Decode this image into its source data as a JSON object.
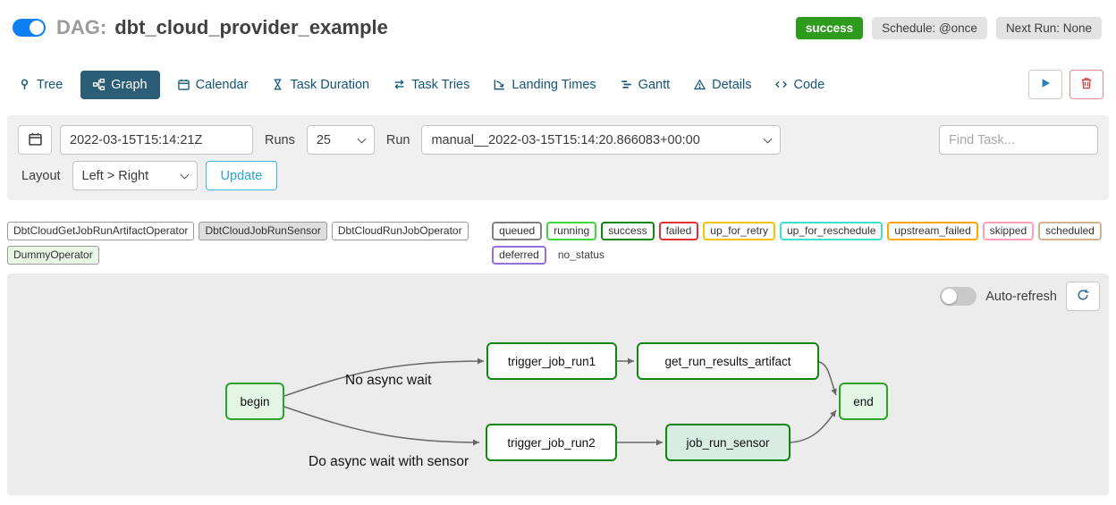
{
  "header": {
    "dag_prefix": "DAG:",
    "dag_id": "dbt_cloud_provider_example",
    "badges": {
      "status": "success",
      "schedule": "Schedule: @once",
      "next_run": "Next Run: None"
    }
  },
  "tabs": [
    {
      "label": "Tree",
      "icon": "tree-pin-icon",
      "active": false
    },
    {
      "label": "Graph",
      "icon": "graph-diagram-icon",
      "active": true
    },
    {
      "label": "Calendar",
      "icon": "calendar-icon",
      "active": false
    },
    {
      "label": "Task Duration",
      "icon": "hourglass-icon",
      "active": false
    },
    {
      "label": "Task Tries",
      "icon": "retry-arrows-icon",
      "active": false
    },
    {
      "label": "Landing Times",
      "icon": "landing-chart-icon",
      "active": false
    },
    {
      "label": "Gantt",
      "icon": "gantt-bars-icon",
      "active": false
    },
    {
      "label": "Details",
      "icon": "warning-triangle-icon",
      "active": false
    },
    {
      "label": "Code",
      "icon": "code-brackets-icon",
      "active": false
    }
  ],
  "filters": {
    "date_value": "2022-03-15T15:14:21Z",
    "runs_label": "Runs",
    "runs_selected": "25",
    "run_label": "Run",
    "run_selected": "manual__2022-03-15T15:14:20.866083+00:00",
    "find_task_placeholder": "Find Task...",
    "layout_label": "Layout",
    "layout_selected": "Left > Right",
    "update_button": "Update"
  },
  "legend": {
    "operators": [
      {
        "label": "DbtCloudGetJobRunArtifactOperator",
        "bg": "#ffffff"
      },
      {
        "label": "DbtCloudJobRunSensor",
        "bg": "#dedede"
      },
      {
        "label": "DbtCloudRunJobOperator",
        "bg": "#ffffff"
      },
      {
        "label": "DummyOperator",
        "bg": "#e8f7e4"
      }
    ],
    "statuses": [
      {
        "label": "queued",
        "color": "#808080"
      },
      {
        "label": "running",
        "color": "#3fd63f"
      },
      {
        "label": "success",
        "color": "#108510"
      },
      {
        "label": "failed",
        "color": "#e03131"
      },
      {
        "label": "up_for_retry",
        "color": "#f4c400"
      },
      {
        "label": "up_for_reschedule",
        "color": "#40e0d0"
      },
      {
        "label": "upstream_failed",
        "color": "#ffa500"
      },
      {
        "label": "skipped",
        "color": "#ff9eb8"
      },
      {
        "label": "scheduled",
        "color": "#d2b48c"
      },
      {
        "label": "deferred",
        "color": "#9370db"
      },
      {
        "label": "no_status",
        "color": ""
      }
    ]
  },
  "graph": {
    "auto_refresh_label": "Auto-refresh",
    "edge_labels": [
      "No async wait",
      "Do async wait with sensor"
    ],
    "nodes": [
      {
        "id": "begin",
        "label": "begin",
        "fill": "#e3f6e3",
        "border": "#2fa12f"
      },
      {
        "id": "trigger_job_run1",
        "label": "trigger_job_run1",
        "fill": "#ffffff",
        "border": "#108510"
      },
      {
        "id": "get_run_results_artifact",
        "label": "get_run_results_artifact",
        "fill": "#ffffff",
        "border": "#108510"
      },
      {
        "id": "trigger_job_run2",
        "label": "trigger_job_run2",
        "fill": "#ffffff",
        "border": "#108510"
      },
      {
        "id": "job_run_sensor",
        "label": "job_run_sensor",
        "fill": "#d9ece1",
        "border": "#108510"
      },
      {
        "id": "end",
        "label": "end",
        "fill": "#e3f6e3",
        "border": "#2fa12f"
      }
    ]
  },
  "colors": {
    "toggle_on_blue": "#0d7ff2",
    "active_tab_bg": "#2b5d76",
    "success_badge_bg": "#2e9b1e",
    "tab_link_blue": "#14557a",
    "update_button_blue": "#2ba3d4"
  }
}
